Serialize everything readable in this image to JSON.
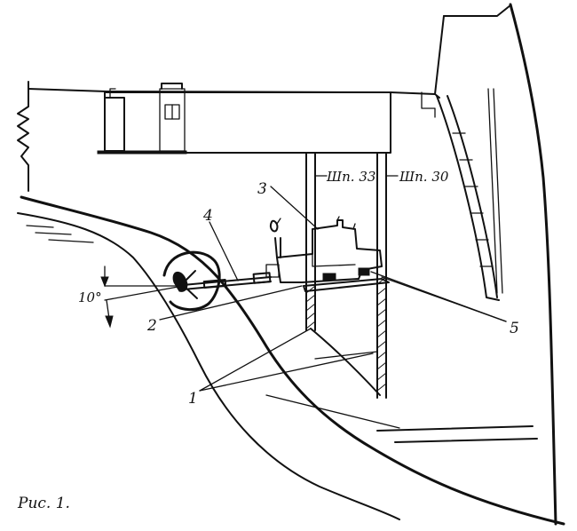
{
  "figure": {
    "caption": "Рис. 1.",
    "frame_labels": {
      "frame_33": "Шп. 33",
      "frame_30": "Шп. 30"
    },
    "angle_label": "10°",
    "callouts": [
      {
        "id": "1",
        "label": "1"
      },
      {
        "id": "2",
        "label": "2"
      },
      {
        "id": "3",
        "label": "3"
      },
      {
        "id": "4",
        "label": "4"
      },
      {
        "id": "5",
        "label": "5"
      }
    ]
  },
  "colors": {
    "ink": "#111111",
    "paper": "#ffffff"
  }
}
